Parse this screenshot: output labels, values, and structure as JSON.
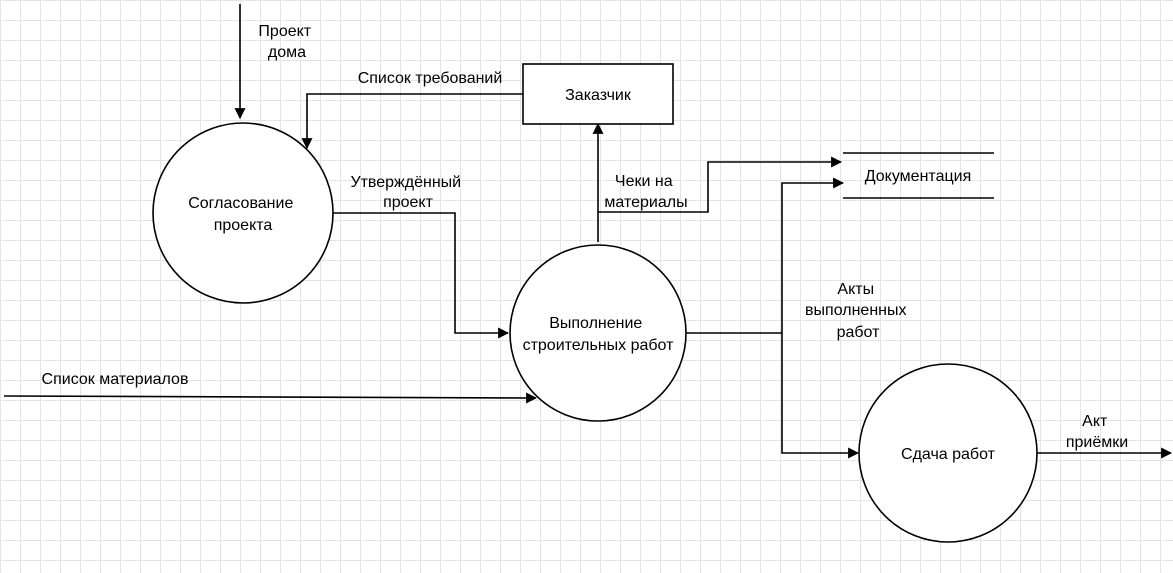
{
  "processes": {
    "approval": [
      "Согласование",
      "проекта"
    ],
    "construction": [
      "Выполнение",
      "строительных работ"
    ],
    "handover": [
      "Сдача работ"
    ]
  },
  "external_entity": {
    "customer": "Заказчик"
  },
  "data_store": {
    "documentation": "Документация"
  },
  "flows": {
    "house_project": [
      "Проект",
      "дома"
    ],
    "requirements_list": [
      "Список требований"
    ],
    "approved_project": [
      "Утверждённый",
      "проект"
    ],
    "materials_list": [
      "Список материалов"
    ],
    "material_receipts": [
      "Чеки на",
      "материалы"
    ],
    "work_acts": [
      "Акты",
      "выполненных",
      "работ"
    ],
    "acceptance_act": [
      "Акт",
      "приёмки"
    ]
  },
  "colors": {
    "line": "#000000",
    "grid": "#e4e4e4",
    "background": "#ffffff"
  }
}
